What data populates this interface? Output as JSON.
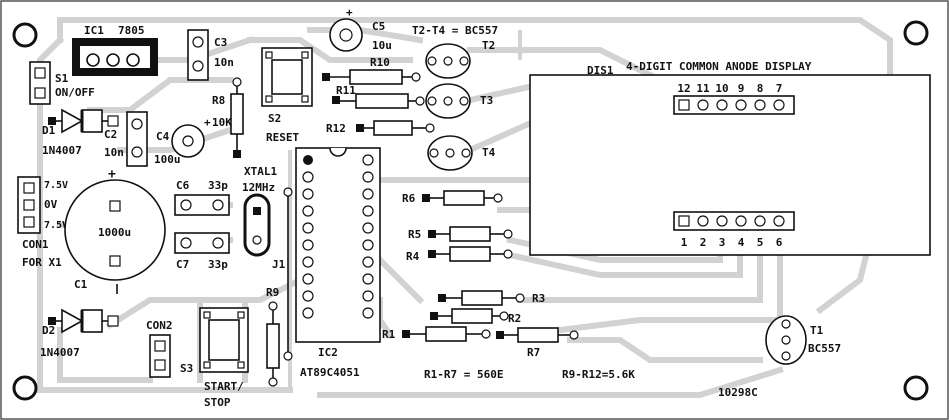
{
  "board_id": "10298C",
  "labels": {
    "ic1_ref": "IC1",
    "ic1_val": "7805",
    "s1_ref": "S1",
    "s1_val": "ON/OFF",
    "c3_ref": "C3",
    "c3_val": "10n",
    "c5_ref": "C5",
    "c5_val": "10u",
    "transistor_note": "T2-T4 = BC557",
    "t2": "T2",
    "t3": "T3",
    "t4": "T4",
    "t1": "T1",
    "t1_val": "BC557",
    "r10": "R10",
    "r11": "R11",
    "r12": "R12",
    "r8_ref": "R8",
    "r8_val": "10K",
    "s2_ref": "S2",
    "s2_val": "RESET",
    "dis1_ref": "DIS1",
    "dis1_val": "4-DIGIT COMMON ANODE DISPLAY",
    "d1_ref": "D1",
    "d1_val": "1N4007",
    "c2_ref": "C2",
    "c2_val": "10n",
    "c4_ref": "C4",
    "c4_val": "100u",
    "c6": "C6",
    "c6_val": "33p",
    "c7": "C7",
    "c7_val": "33p",
    "xtal_ref": "XTAL1",
    "xtal_val": "12MHz",
    "supply_pos": "7.5V",
    "supply_zero": "0V",
    "supply_neg": "7.5V",
    "con1_ref": "CON1",
    "con1_val": "FOR X1",
    "c1_ref": "C1",
    "c1_val": "1000u",
    "plus": "+",
    "r6": "R6",
    "r5": "R5",
    "r4": "R4",
    "r3": "R3",
    "r2": "R2",
    "r1": "R1",
    "r7": "R7",
    "r9": "R9",
    "j1": "J1",
    "d2_ref": "D2",
    "d2_val": "1N4007",
    "con2_ref": "CON2",
    "s3_ref": "S3",
    "s3_val1": "START/",
    "s3_val2": "STOP",
    "ic2_ref": "IC2",
    "ic2_val": "AT89C4051",
    "r1_r7_note": "R1-R7 = 560E",
    "r9_r12_note": "R9-R12=5.6K",
    "top_pins": [
      "12",
      "11",
      "10",
      "9",
      "8",
      "7"
    ],
    "bottom_pins": [
      "1",
      "2",
      "3",
      "4",
      "5",
      "6"
    ]
  }
}
